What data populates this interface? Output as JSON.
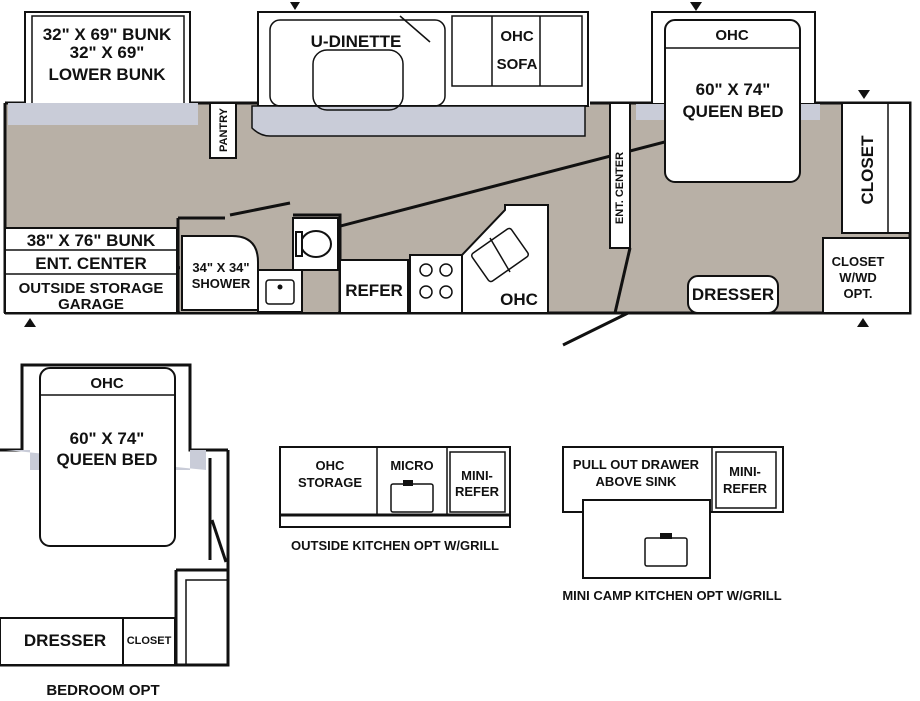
{
  "labels": {
    "bunk_upper": "32\" X 69\" BUNK",
    "bunk_upper_2": "32\" X 69\"",
    "lower_bunk": "LOWER BUNK",
    "u_dinette": "U-DINETTE",
    "ohc_sofa": "OHC",
    "sofa": "SOFA",
    "ohc_bedroom": "OHC",
    "queen_bed": "60\" X 74\"",
    "queen_bed_2": "QUEEN BED",
    "closet": "CLOSET",
    "pantry": "PANTRY",
    "ent_center_vertical": "ENT. CENTER",
    "bunk_38": "38\" X 76\" BUNK",
    "ent_center": "ENT. CENTER",
    "outside_storage": "OUTSIDE STORAGE",
    "garage": "GARAGE",
    "shower": "34\" X 34\"",
    "shower_2": "SHOWER",
    "refer": "REFER",
    "ohc_kitchen": "OHC",
    "dresser": "DRESSER",
    "closet_wd": "CLOSET",
    "closet_wd_2": "W/WD",
    "closet_wd_3": "OPT.",
    "opt_ohc": "OHC",
    "opt_queen_bed": "60\" X 74\"",
    "opt_queen_bed_2": "QUEEN BED",
    "opt_dresser": "DRESSER",
    "opt_closet": "CLOSET",
    "bedroom_opt": "BEDROOM OPT",
    "ok_ohc": "OHC",
    "ok_storage": "STORAGE",
    "ok_micro": "MICRO",
    "ok_mini": "MINI-",
    "ok_refer": "REFER",
    "outside_kitchen_caption": "OUTSIDE KITCHEN OPT W/GRILL",
    "mc_pull_out": "PULL OUT DRAWER",
    "mc_above_sink": "ABOVE SINK",
    "mc_mini": "MINI-",
    "mc_refer": "REFER",
    "mini_camp_caption": "MINI CAMP KITCHEN OPT W/GRILL"
  },
  "colors": {
    "floor": "#b8b0a6",
    "cushion": "#c9ccd8",
    "wall": "#111111",
    "fixture": "#ffffff"
  }
}
